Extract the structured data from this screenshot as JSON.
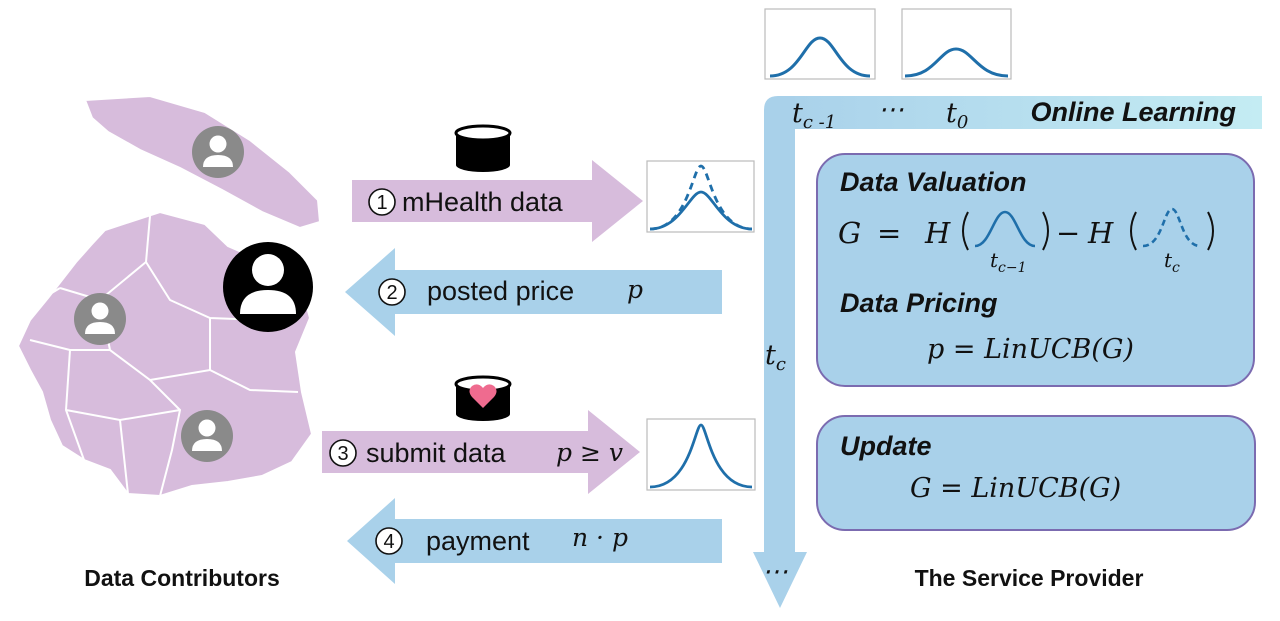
{
  "left_title": "Data Contributors",
  "right_title": "The Service Provider",
  "arrows": [
    {
      "num": "1",
      "label": "mHealth data",
      "math": ""
    },
    {
      "num": "2",
      "label": "posted price",
      "math": "p"
    },
    {
      "num": "3",
      "label": "submit data",
      "math": "p ≥ v"
    },
    {
      "num": "4",
      "label": "payment",
      "math": "n · p"
    }
  ],
  "timeline": {
    "online_learning": "Online Learning",
    "t_c_minus_1": "t",
    "t_c_minus_1_sub": "c -1",
    "dots_top": "⋯",
    "t0": "t",
    "t0_sub": "0",
    "t_c": "t",
    "t_c_sub": "c",
    "dots_bottom": "⋯"
  },
  "valuation_box": {
    "valuation_title": "Data Valuation",
    "formula_lhs": "G",
    "formula_eq": "=",
    "formula_h1": "H",
    "formula_minus": "−",
    "formula_h2": "H",
    "sub1": "t",
    "sub1_sub": "c−1",
    "sub2": "t",
    "sub2_sub": "c",
    "pricing_title": "Data Pricing",
    "pricing_formula": "p = LinUCB(G)"
  },
  "update_box": {
    "title": "Update",
    "formula": "G = LinUCB(G)"
  },
  "colors": {
    "purple": "#d7bcdc",
    "blue_arrow": "#a9d1ea",
    "box_fill": "#a9d1ea",
    "box_stroke": "#7b6bb0",
    "curve": "#1f6faa",
    "icon_gray": "#8a8a8a"
  }
}
